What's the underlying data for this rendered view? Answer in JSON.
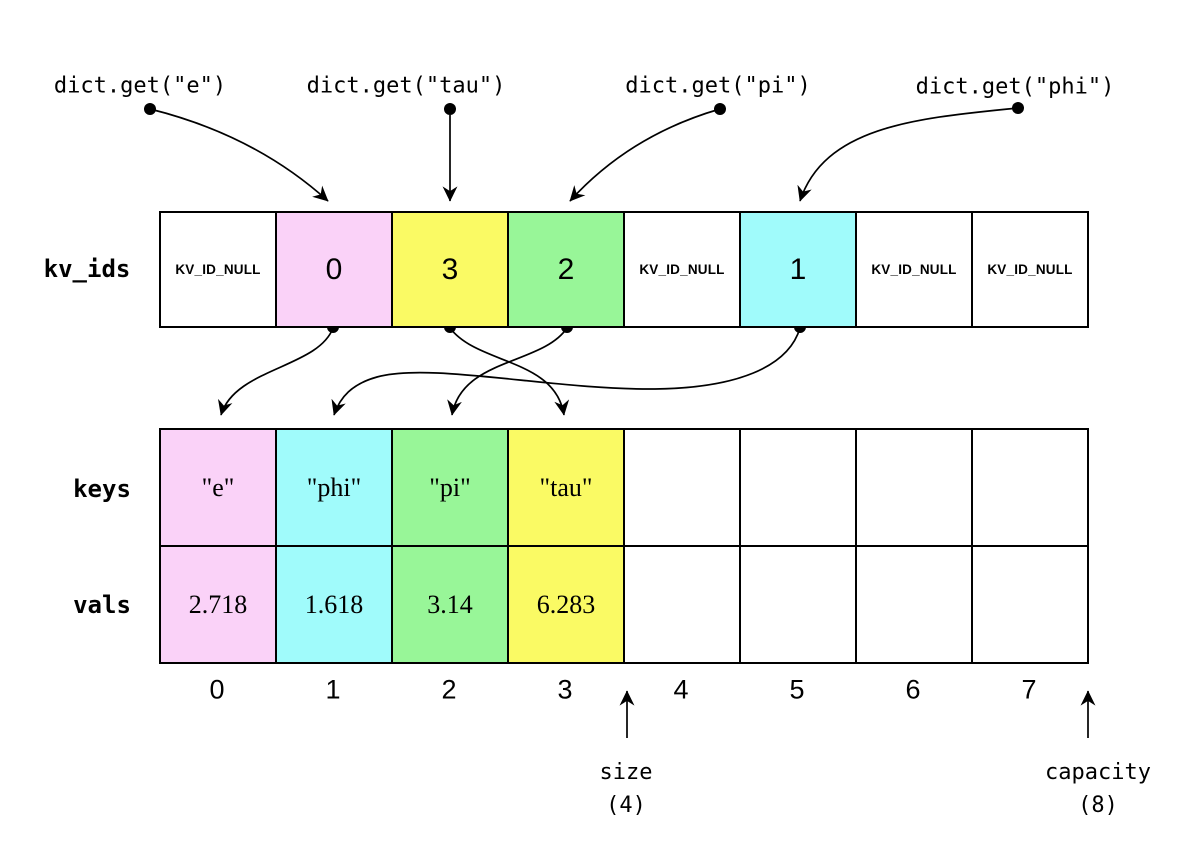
{
  "palette": {
    "pink": "#FAD2F8",
    "yellow": "#FAFA64",
    "green": "#98F698",
    "cyan": "#A0FBFB",
    "white": "#FFFFFF",
    "line": "#000000"
  },
  "queries": [
    {
      "label": "dict.get(\"e\")"
    },
    {
      "label": "dict.get(\"tau\")"
    },
    {
      "label": "dict.get(\"pi\")"
    },
    {
      "label": "dict.get(\"phi\")"
    }
  ],
  "arrays": {
    "kv_ids": {
      "label": "kv_ids",
      "cells": [
        {
          "text": "KV_ID_NULL",
          "color": "white"
        },
        {
          "text": "0",
          "color": "pink"
        },
        {
          "text": "3",
          "color": "yellow"
        },
        {
          "text": "2",
          "color": "green"
        },
        {
          "text": "KV_ID_NULL",
          "color": "white"
        },
        {
          "text": "1",
          "color": "cyan"
        },
        {
          "text": "KV_ID_NULL",
          "color": "white"
        },
        {
          "text": "KV_ID_NULL",
          "color": "white"
        }
      ]
    },
    "keys": {
      "label": "keys",
      "cells": [
        {
          "text": "\"e\"",
          "color": "pink"
        },
        {
          "text": "\"phi\"",
          "color": "cyan"
        },
        {
          "text": "\"pi\"",
          "color": "green"
        },
        {
          "text": "\"tau\"",
          "color": "yellow"
        },
        {
          "text": "",
          "color": "white"
        },
        {
          "text": "",
          "color": "white"
        },
        {
          "text": "",
          "color": "white"
        },
        {
          "text": "",
          "color": "white"
        }
      ]
    },
    "vals": {
      "label": "vals",
      "cells": [
        {
          "text": "2.718",
          "color": "pink"
        },
        {
          "text": "1.618",
          "color": "cyan"
        },
        {
          "text": "3.14",
          "color": "green"
        },
        {
          "text": "6.283",
          "color": "yellow"
        },
        {
          "text": "",
          "color": "white"
        },
        {
          "text": "",
          "color": "white"
        },
        {
          "text": "",
          "color": "white"
        },
        {
          "text": "",
          "color": "white"
        }
      ]
    }
  },
  "indices": [
    "0",
    "1",
    "2",
    "3",
    "4",
    "5",
    "6",
    "7"
  ],
  "annotations": {
    "size": {
      "label": "size",
      "value": "(4)"
    },
    "capacity": {
      "label": "capacity",
      "value": "(8)"
    }
  },
  "arrows": {
    "query_to_slot": [
      {
        "from": "dict.get(\"e\")",
        "to_kv_ids_index": 1
      },
      {
        "from": "dict.get(\"tau\")",
        "to_kv_ids_index": 2
      },
      {
        "from": "dict.get(\"pi\")",
        "to_kv_ids_index": 3
      },
      {
        "from": "dict.get(\"phi\")",
        "to_kv_ids_index": 5
      }
    ],
    "slot_to_entry": [
      {
        "from_kv_ids_index": 1,
        "to_entry_index": 0
      },
      {
        "from_kv_ids_index": 2,
        "to_entry_index": 3
      },
      {
        "from_kv_ids_index": 3,
        "to_entry_index": 2
      },
      {
        "from_kv_ids_index": 5,
        "to_entry_index": 1
      }
    ]
  }
}
